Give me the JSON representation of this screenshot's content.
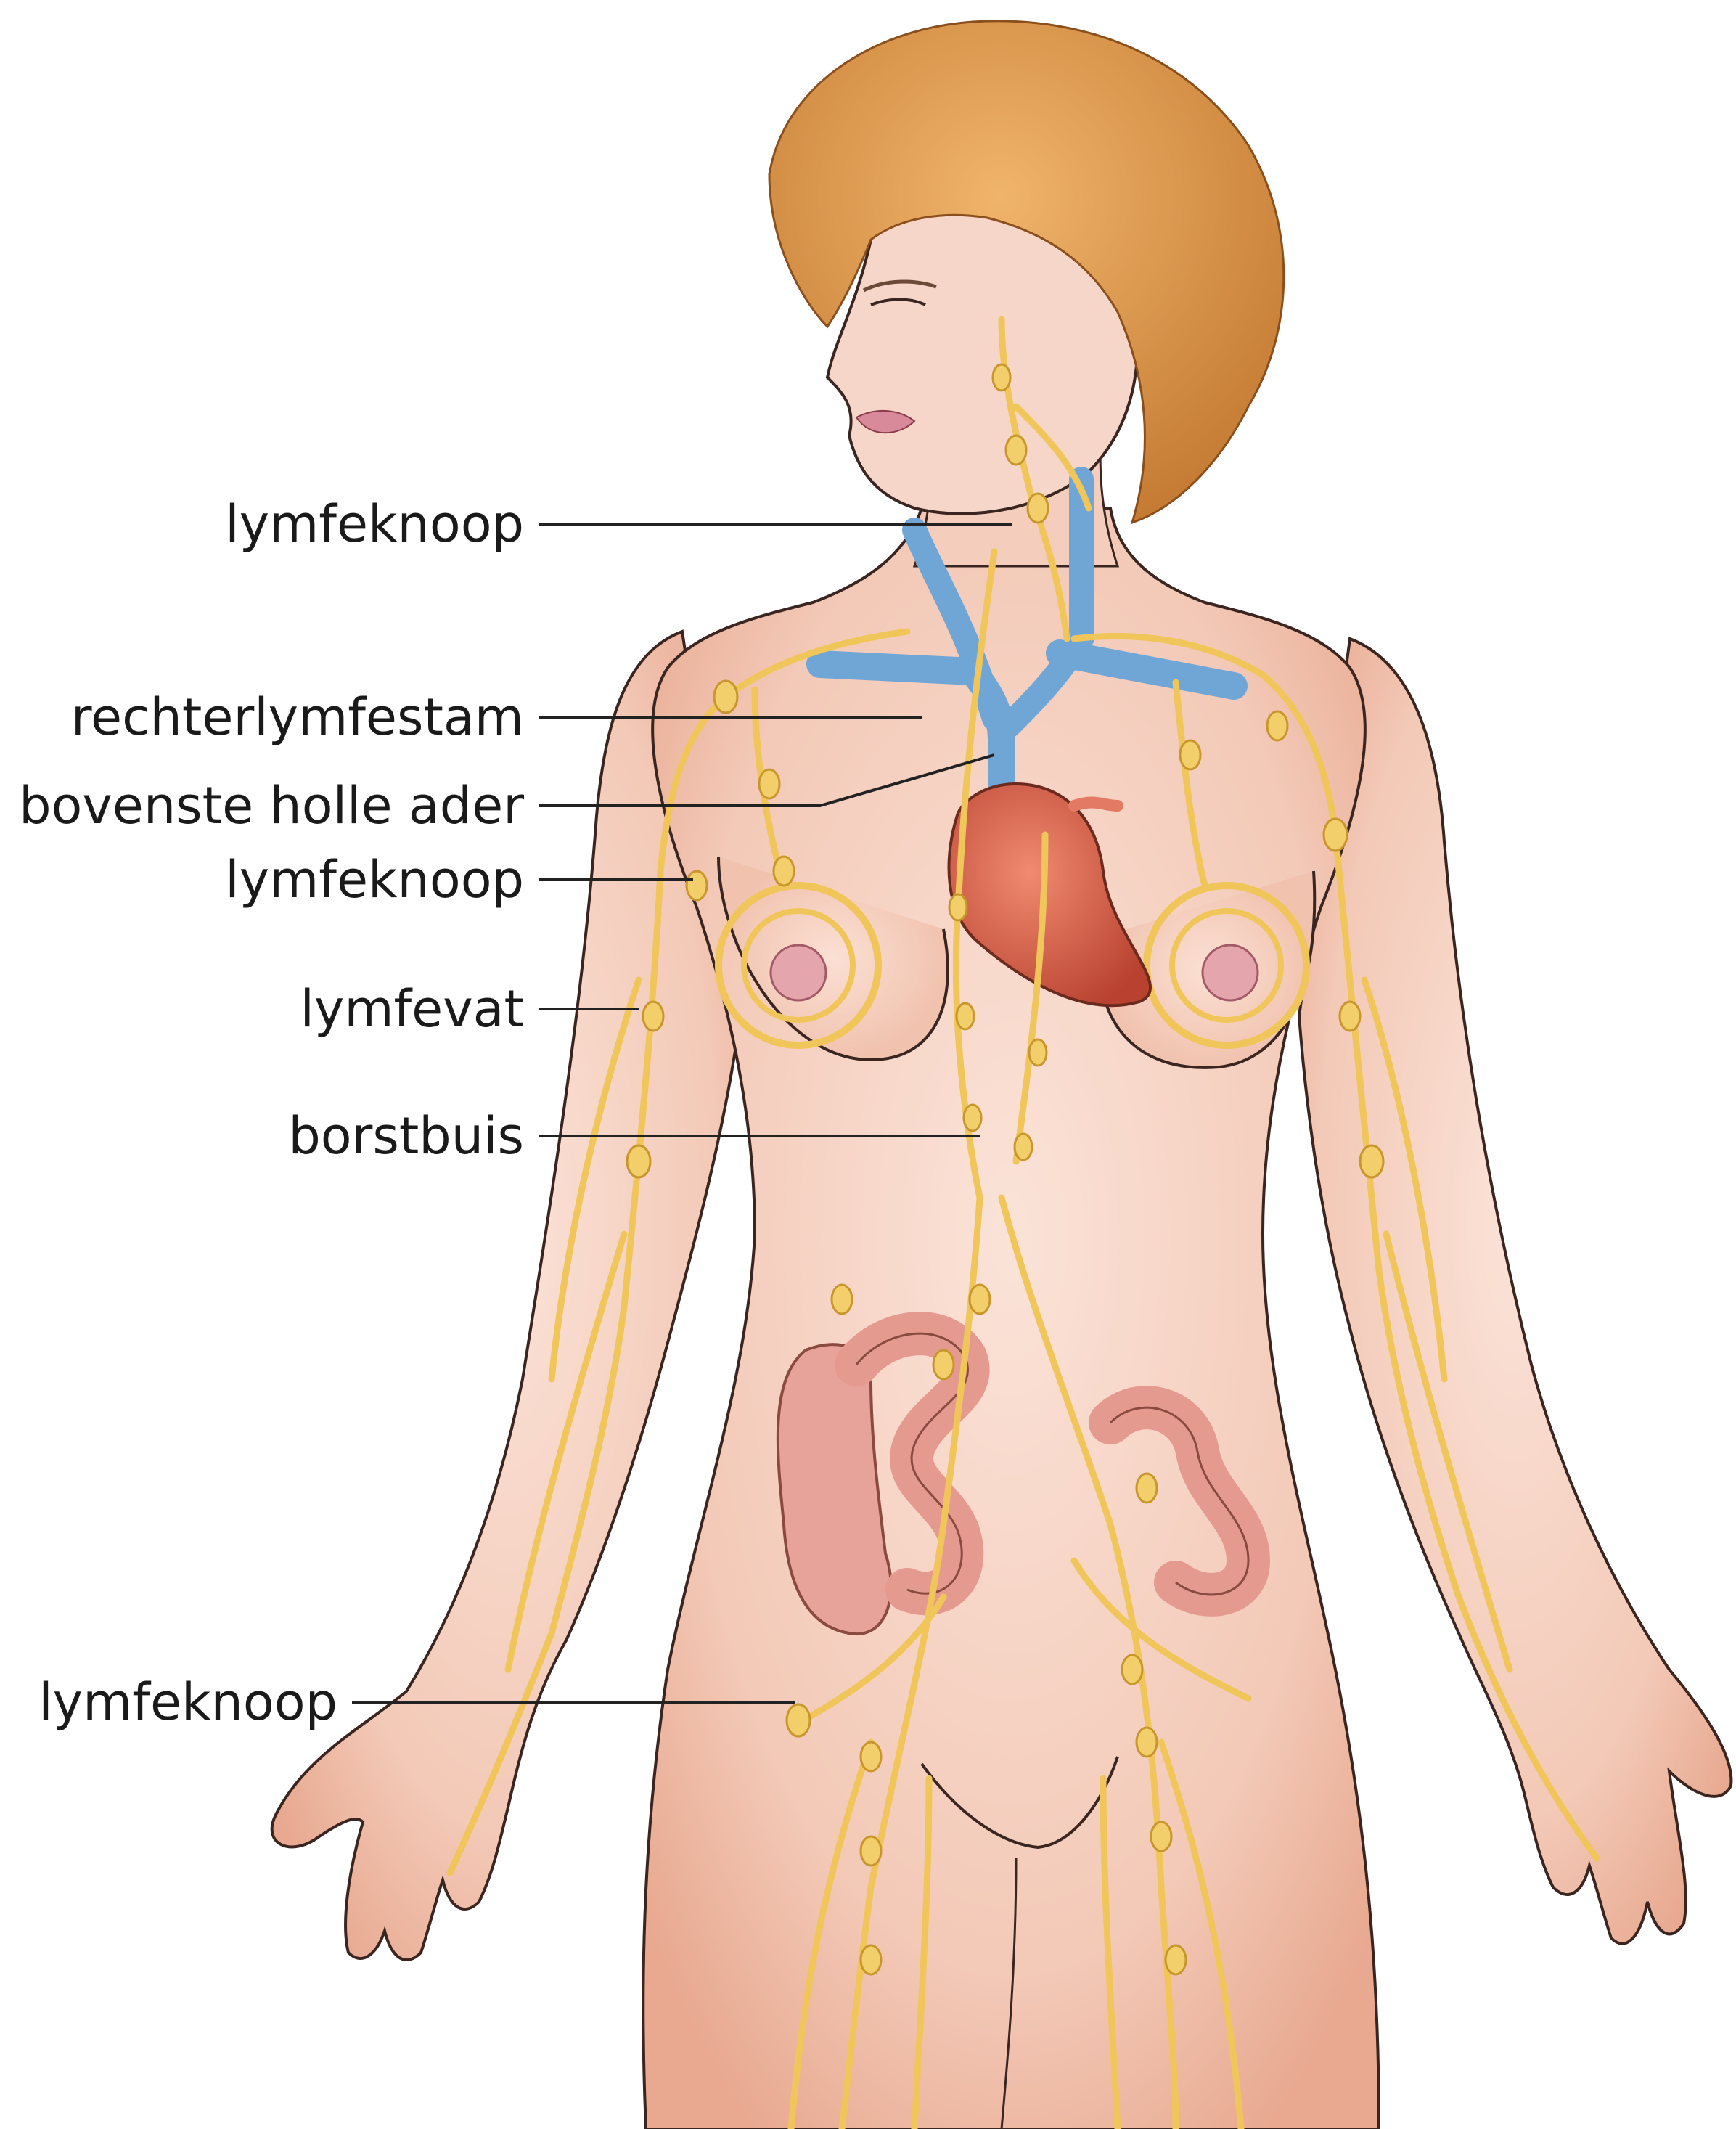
{
  "diagram": {
    "labels": [
      {
        "id": "lymph-node-neck",
        "text": "lymfeknoop"
      },
      {
        "id": "right-lymphatic-duct",
        "text": "rechterlymfestam"
      },
      {
        "id": "superior-vena-cava",
        "text": "bovenste holle ader"
      },
      {
        "id": "lymph-node-armpit",
        "text": "lymfeknoop"
      },
      {
        "id": "lymph-vessel",
        "text": "lymfevat"
      },
      {
        "id": "thoracic-duct",
        "text": "borstbuis"
      },
      {
        "id": "lymph-node-groin",
        "text": "lymfeknoop"
      }
    ]
  },
  "colors": {
    "skin": "#f6d3c4",
    "skin_shade": "#e7a88f",
    "hair": "#d9954a",
    "lymph": "#f0c65a",
    "vein": "#6fa6d6",
    "heart": "#d8604e",
    "intestine": "#e49a91",
    "outline": "#3a2520",
    "label_line": "#222222"
  }
}
